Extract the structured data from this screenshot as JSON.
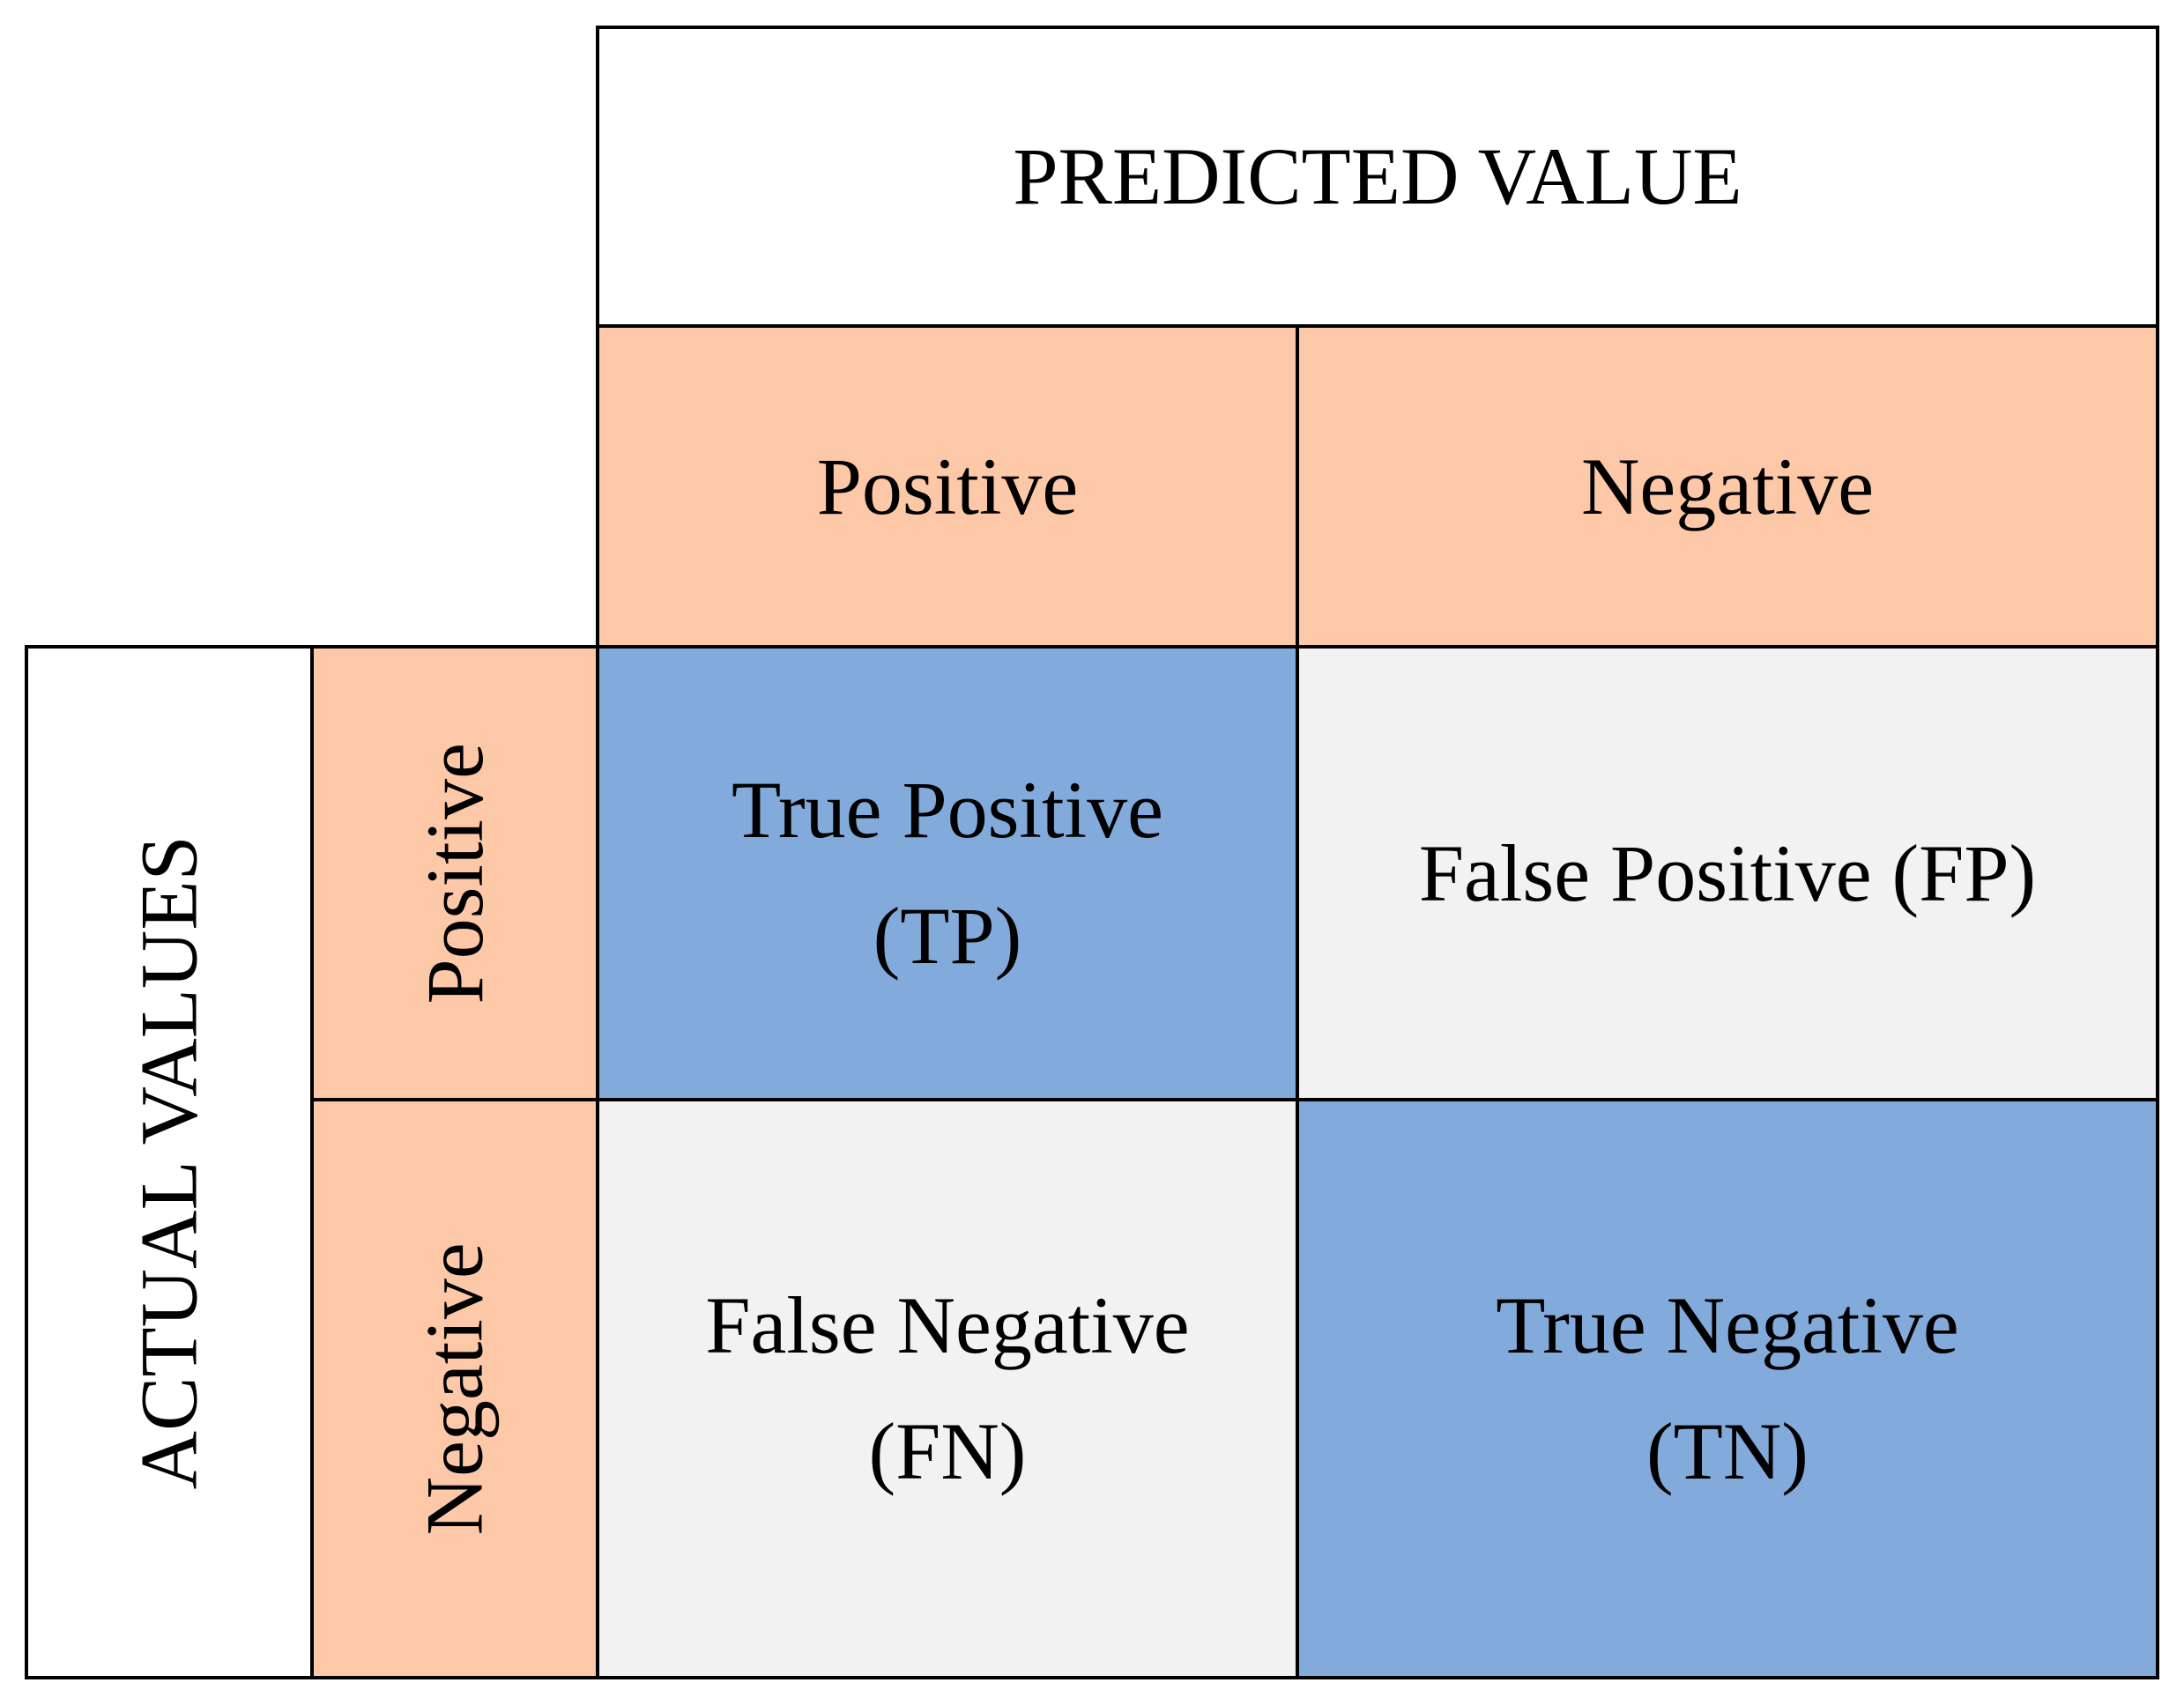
{
  "header": {
    "predicted_title": "PREDICTED VALUE",
    "predicted_positive": "Positive",
    "predicted_negative": "Negative"
  },
  "side": {
    "actual_title": "ACTUAL VALUES",
    "actual_positive": "Positive",
    "actual_negative": "Negative"
  },
  "matrix": {
    "tp_line1": "True Positive",
    "tp_line2": "(TP)",
    "fp": "False Positive (FP)",
    "fn_line1": "False Negative",
    "fn_line2": "(FN)",
    "tn_line1": "True Negative",
    "tn_line2": "(TN)"
  },
  "colors": {
    "header_fill": "#fdc8a7",
    "true_fill": "#82aadb",
    "false_fill": "#f2f2f2"
  }
}
